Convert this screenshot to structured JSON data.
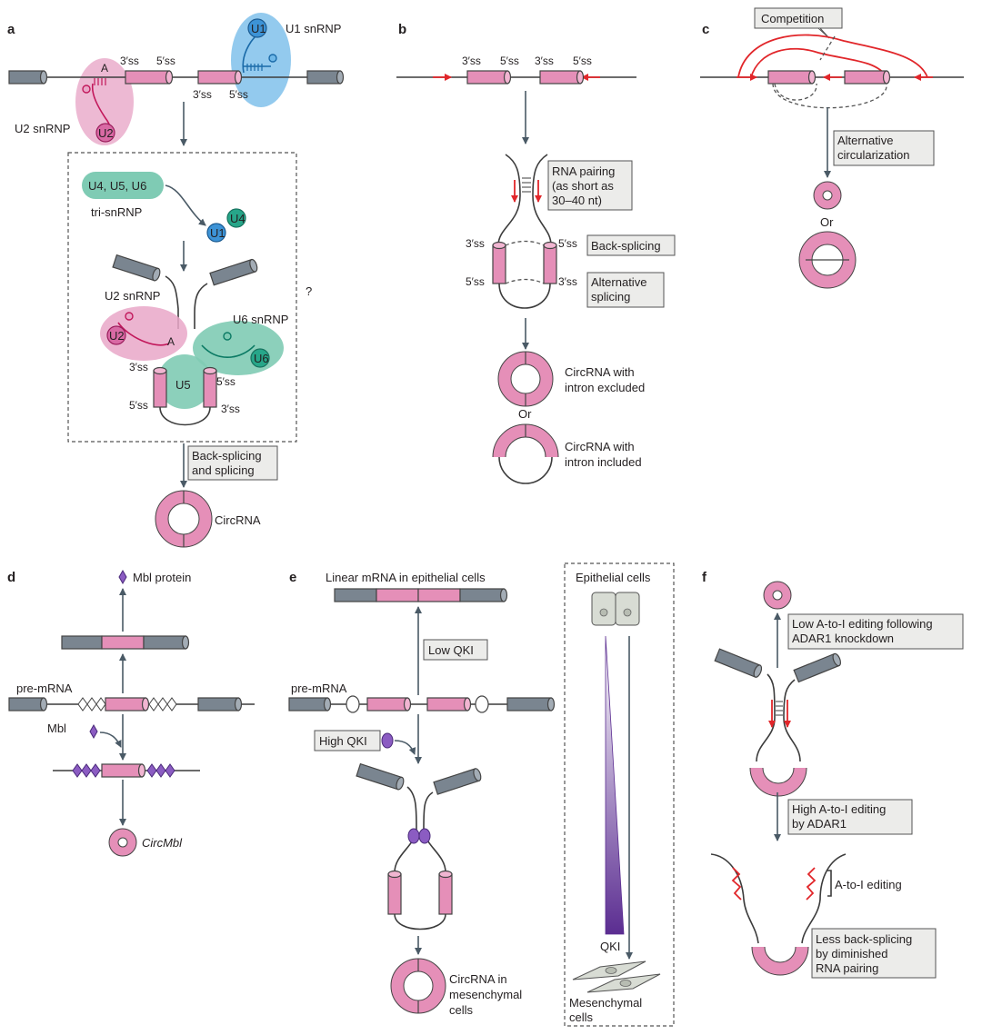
{
  "panel_a": {
    "letter": "a",
    "u1_snrnp": "U1 snRNP",
    "u1": "U1",
    "u2_snrnp": "U2 snRNP",
    "u2": "U2",
    "ss3": "3′ss",
    "ss5": "5′ss",
    "branch_a": "A",
    "tri_complex": "U4, U5, U6",
    "tri_snrnp": "tri-snRNP",
    "u4": "U4",
    "u6_snrnp": "U6 snRNP",
    "u5": "U5",
    "u6": "U6",
    "question": "?",
    "back_splicing_line1": "Back-splicing",
    "back_splicing_line2": "and splicing",
    "circrna": "CircRNA"
  },
  "panel_b": {
    "letter": "b",
    "ss3": "3′ss",
    "ss5": "5′ss",
    "pairing_line1": "RNA pairing",
    "pairing_line2": "(as short as",
    "pairing_line3": "30–40 nt)",
    "back_splicing": "Back-splicing",
    "alt_line1": "Alternative",
    "alt_line2": "splicing",
    "excluded_line1": "CircRNA with",
    "excluded_line2": "intron excluded",
    "or": "Or",
    "included_line1": "CircRNA with",
    "included_line2": "intron included"
  },
  "panel_c": {
    "letter": "c",
    "competition": "Competition",
    "alt_circ_line1": "Alternative",
    "alt_circ_line2": "circularization",
    "or": "Or"
  },
  "panel_d": {
    "letter": "d",
    "mbl_protein": "Mbl protein",
    "pre_mrna": "pre-mRNA",
    "mbl": "Mbl",
    "circmbl": "CircMbl"
  },
  "panel_e": {
    "letter": "e",
    "linear_mrna": "Linear mRNA in epithelial cells",
    "low_qki": "Low QKI",
    "pre_mrna": "pre-mRNA",
    "high_qki": "High QKI",
    "circrna_line1": "CircRNA in",
    "circrna_line2": "mesenchymal",
    "circrna_line3": "cells",
    "epithelial_cells": "Epithelial cells",
    "qki": "QKI",
    "mesenchymal_line1": "Mesenchymal",
    "mesenchymal_line2": "cells"
  },
  "panel_f": {
    "letter": "f",
    "low_line1": "Low A-to-I editing following",
    "low_line2": "ADAR1 knockdown",
    "high_line1": "High A-to-I editing",
    "high_line2": "by ADAR1",
    "ato_i": "A-to-I editing",
    "less_line1": "Less back-splicing",
    "less_line2": "by diminished",
    "less_line3": "RNA pairing"
  },
  "colors": {
    "exon_pink": "#e58fb8",
    "flank_grey": "#7a8590",
    "u1_blue": "#6fb8e8",
    "u2_pink": "#e9a7c8",
    "snrnp_teal": "#7fcbb4",
    "editing_red": "#e1262a",
    "label_box": "#ececea"
  }
}
